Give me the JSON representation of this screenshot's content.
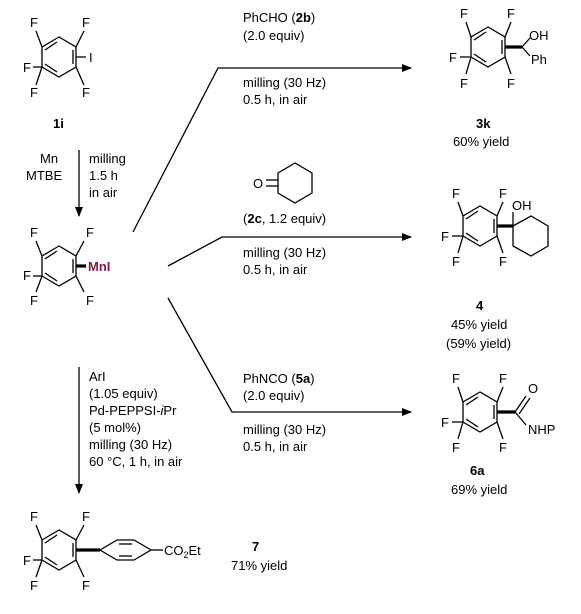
{
  "atoms": {
    "F": "F",
    "I": "I",
    "OH": "OH",
    "Ph": "Ph",
    "O": "O",
    "NHP": "NHP",
    "MnI": "MnI",
    "CO2Et_main": "CO",
    "CO2Et_sub": "2",
    "CO2Et_tail": "Et"
  },
  "start": {
    "label": "1i"
  },
  "step1": {
    "reagent1": "Mn",
    "reagent2": "MTBE",
    "cond1": "milling",
    "cond2": "1.5 h",
    "cond3": "in air"
  },
  "route_top": {
    "reagent_pre": "PhCHO (",
    "reagent_bold": "2b",
    "reagent_post": ")",
    "equiv": "(2.0 equiv)",
    "cond1": "milling (30 Hz)",
    "cond2": "0.5 h, in air",
    "product_label": "3k",
    "yield": "60% yield"
  },
  "route_mid": {
    "reagent_pre": "(",
    "reagent_bold": "2c",
    "reagent_post": ", 1.2 equiv)",
    "cond1": "milling (30 Hz)",
    "cond2": "0.5 h, in air",
    "product_label": "4",
    "yield": "45% yield",
    "yield2": "(59% yield)"
  },
  "route_low": {
    "reagent_pre": "PhNCO (",
    "reagent_bold": "5a",
    "reagent_post": ")",
    "equiv": "(2.0 equiv)",
    "cond1": "milling (30 Hz)",
    "cond2": "0.5 h, in air",
    "product_label": "6a",
    "yield": "69% yield"
  },
  "route_down": {
    "line1": "ArI",
    "line2": "(1.05 equiv)",
    "line3_pre": "Pd-PEPPSI-",
    "line3_italic": "i",
    "line3_post": "Pr",
    "line4": "(5 mol%)",
    "line5": "milling (30 Hz)",
    "line6": "60 °C, 1 h, in air",
    "product_label": "7",
    "yield": "71% yield"
  }
}
